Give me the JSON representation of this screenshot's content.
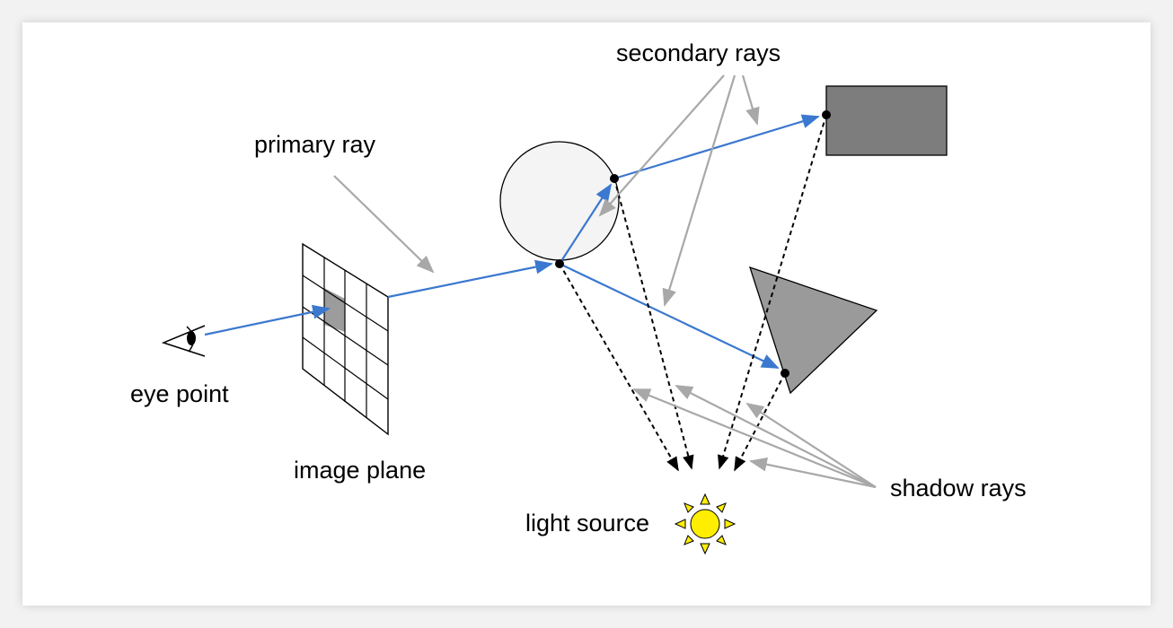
{
  "labels": {
    "secondary_rays": "secondary rays",
    "primary_ray": "primary ray",
    "eye_point": "eye point",
    "image_plane": "image plane",
    "light_source": "light source",
    "shadow_rays": "shadow rays"
  },
  "colors": {
    "ray": "#3b78cf",
    "pointer": "#a8a8a8",
    "shadow_ray": "#000000",
    "sphere_fill": "#f4f4f4",
    "box_fill": "#7d7d7d",
    "triangle_fill": "#9a9a9a",
    "pixel_fill": "#9c9c9c",
    "sun_fill": "#ffee00"
  }
}
